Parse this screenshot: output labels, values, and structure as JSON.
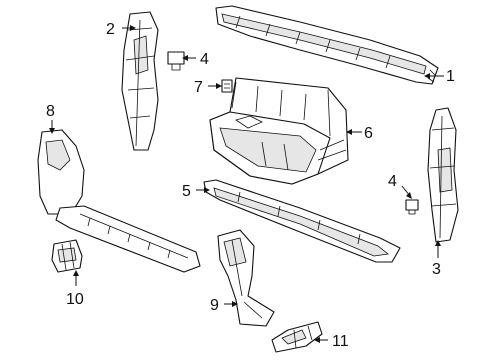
{
  "diagram": {
    "callouts": [
      {
        "id": "1",
        "label": "1"
      },
      {
        "id": "2",
        "label": "2"
      },
      {
        "id": "3",
        "label": "3"
      },
      {
        "id": "4a",
        "label": "4"
      },
      {
        "id": "4b",
        "label": "4"
      },
      {
        "id": "5",
        "label": "5"
      },
      {
        "id": "6",
        "label": "6"
      },
      {
        "id": "7",
        "label": "7"
      },
      {
        "id": "8",
        "label": "8"
      },
      {
        "id": "9",
        "label": "9"
      },
      {
        "id": "10",
        "label": "10"
      },
      {
        "id": "11",
        "label": "11"
      }
    ]
  },
  "colors": {
    "line": "#111111",
    "background": "#ffffff",
    "shade": "#e6e6e6"
  }
}
